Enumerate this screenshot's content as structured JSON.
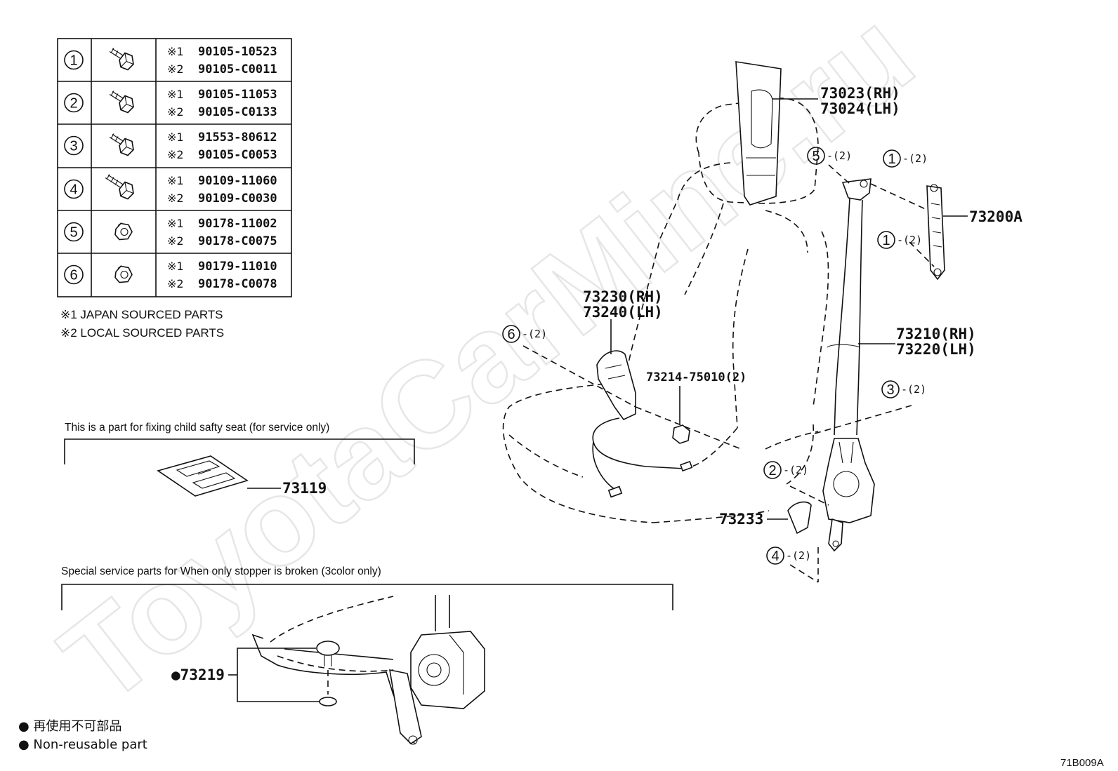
{
  "watermark": "ToyotaCarMine.ru",
  "fastener_table": [
    {
      "index": "1",
      "icon": "bolt-icon",
      "codes": [
        {
          "mark": "※1",
          "number": "90105-10523"
        },
        {
          "mark": "※2",
          "number": "90105-C0011"
        }
      ]
    },
    {
      "index": "2",
      "icon": "bolt-icon",
      "codes": [
        {
          "mark": "※1",
          "number": "90105-11053"
        },
        {
          "mark": "※2",
          "number": "90105-C0133"
        }
      ]
    },
    {
      "index": "3",
      "icon": "bolt-icon",
      "codes": [
        {
          "mark": "※1",
          "number": "91553-80612"
        },
        {
          "mark": "※2",
          "number": "90105-C0053"
        }
      ]
    },
    {
      "index": "4",
      "icon": "shoulder-bolt-icon",
      "codes": [
        {
          "mark": "※1",
          "number": "90109-11060"
        },
        {
          "mark": "※2",
          "number": "90109-C0030"
        }
      ]
    },
    {
      "index": "5",
      "icon": "nut-icon",
      "codes": [
        {
          "mark": "※1",
          "number": "90178-11002"
        },
        {
          "mark": "※2",
          "number": "90178-C0075"
        }
      ]
    },
    {
      "index": "6",
      "icon": "nut-icon",
      "codes": [
        {
          "mark": "※1",
          "number": "90179-11010"
        },
        {
          "mark": "※2",
          "number": "90178-C0078"
        }
      ]
    }
  ],
  "notes": [
    "※1  JAPAN SOURCED PARTS",
    "※2  LOCAL SOURCED PARTS"
  ],
  "child_seat_section": {
    "caption": "This is a part for fixing child safty seat (for service only)",
    "part": "73119"
  },
  "stopper_section": {
    "caption": "Special service parts for When only stopper is broken (3color only)",
    "part": "●73219"
  },
  "callouts": {
    "p73023": "73023(RH)",
    "p73024": "73024(LH)",
    "p73200A": "73200A",
    "p73230": "73230(RH)",
    "p73240": "73240(LH)",
    "p73214": "73214-75010(2)",
    "p73210": "73210(RH)",
    "p73220": "73220(LH)",
    "p73233": "73233",
    "b5": {
      "index": "5",
      "qty": "-(2)"
    },
    "b1a": {
      "index": "1",
      "qty": "-(2)"
    },
    "b1b": {
      "index": "1",
      "qty": "-(2)"
    },
    "b6": {
      "index": "6",
      "qty": "-(2)"
    },
    "b3": {
      "index": "3",
      "qty": "-(2)"
    },
    "b2": {
      "index": "2",
      "qty": "-(2)"
    },
    "b4": {
      "index": "4",
      "qty": "-(2)"
    }
  },
  "legend": [
    "● 再使用不可部品",
    "● Non-reusable part"
  ],
  "diagram_code": "71B009A"
}
